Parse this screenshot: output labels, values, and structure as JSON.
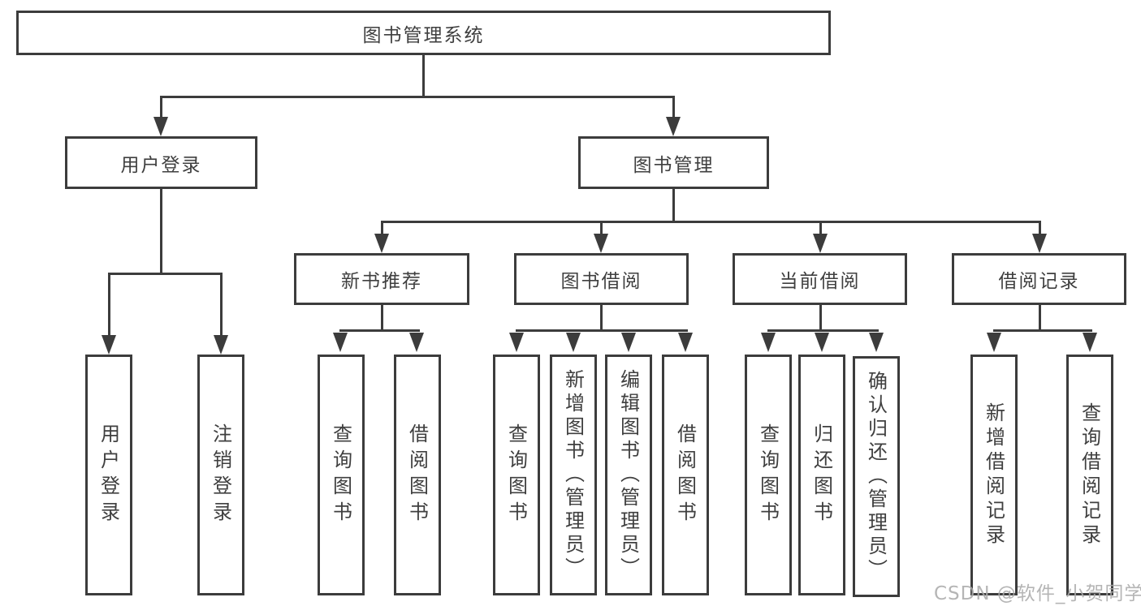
{
  "tree": {
    "root": {
      "label": "图书管理系统",
      "children": [
        {
          "label": "用户登录",
          "children": [
            {
              "label": "用户登录"
            },
            {
              "label": "注销登录"
            }
          ]
        },
        {
          "label": "图书管理",
          "children": [
            {
              "label": "新书推荐",
              "children": [
                {
                  "label": "查询图书"
                },
                {
                  "label": "借阅图书"
                }
              ]
            },
            {
              "label": "图书借阅",
              "children": [
                {
                  "label": "查询图书"
                },
                {
                  "label": "新增图书（管理员）"
                },
                {
                  "label": "编辑图书（管理员）"
                },
                {
                  "label": "借阅图书"
                }
              ]
            },
            {
              "label": "当前借阅",
              "children": [
                {
                  "label": "查询图书"
                },
                {
                  "label": "归还图书"
                },
                {
                  "label": "确认归还（管理员）"
                }
              ]
            },
            {
              "label": "借阅记录",
              "children": [
                {
                  "label": "新增借阅记录"
                },
                {
                  "label": "查询借阅记录"
                }
              ]
            }
          ]
        }
      ]
    }
  },
  "watermark": {
    "text": "CSDN @软件_小贺同学"
  },
  "colors": {
    "line": "#3c3c3c",
    "text": "#3f3f3f",
    "background": "#ffffff",
    "watermark": "#ababab"
  }
}
